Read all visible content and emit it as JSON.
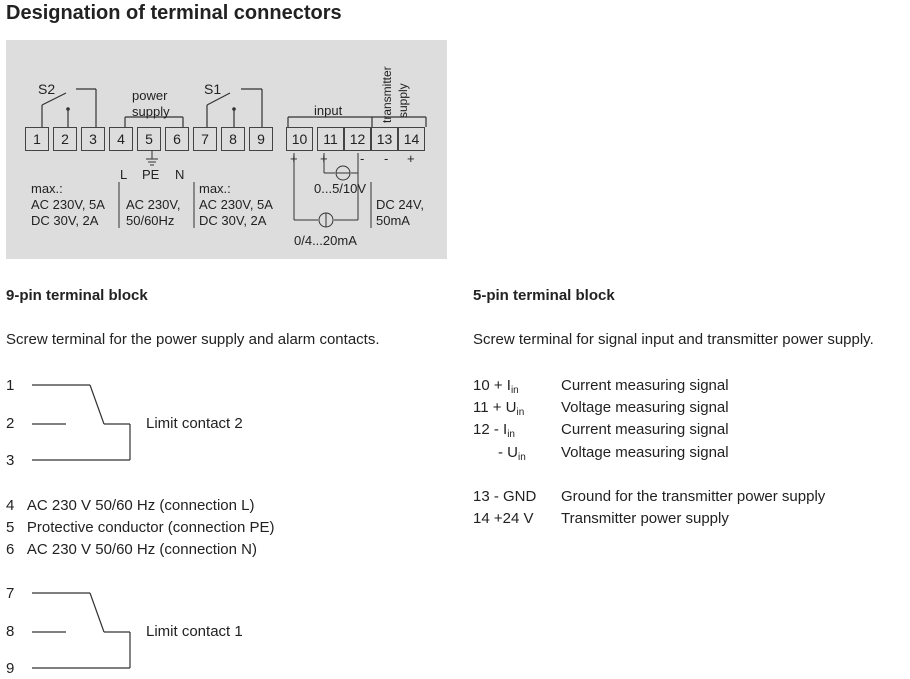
{
  "page_title": "Designation of terminal connectors",
  "diagram": {
    "s2_label": "S2",
    "s1_label": "S1",
    "power_supply_label_1": "power",
    "power_supply_label_2": "supply",
    "input_label": "input",
    "transmitter_label_1": "transmitter",
    "transmitter_label_2": "supply",
    "terminals": [
      "1",
      "2",
      "3",
      "4",
      "5",
      "6",
      "7",
      "8",
      "9",
      "10",
      "11",
      "12",
      "13",
      "14"
    ],
    "l_label": "L",
    "pe_label": "PE",
    "n_label": "N",
    "left_max": "max.:",
    "left_ac": "AC 230V, 5A",
    "left_dc": "DC 30V, 2A",
    "mid_ac": "AC 230V,",
    "mid_freq": "50/60Hz",
    "right_max": "max.:",
    "right_ac": "AC 230V, 5A",
    "right_dc": "DC 30V, 2A",
    "voltage_range": "0...5/10V",
    "current_range": "0/4...20mA",
    "dc_24v": "DC 24V,",
    "dc_50ma": "50mA",
    "plus_10": "+",
    "plus_11": "+",
    "minus_12": "-",
    "minus_13": "-",
    "plus_14": "+"
  },
  "nine_pin": {
    "heading": "9-pin terminal block",
    "description": "Screw terminal for the power supply and alarm contacts.",
    "pin1": "1",
    "pin2": "2",
    "pin3": "3",
    "limit_contact_2": "Limit contact 2",
    "pins_456": [
      {
        "num": "4",
        "text": "AC 230 V 50/60 Hz (connection L)"
      },
      {
        "num": "5",
        "text": "Protective conductor (connection PE)"
      },
      {
        "num": "6",
        "text": "AC 230 V 50/60 Hz (connection N)"
      }
    ],
    "pin7": "7",
    "pin8": "8",
    "pin9": "9",
    "limit_contact_1": "Limit contact 1"
  },
  "five_pin": {
    "heading": "5-pin terminal block",
    "description": "Screw terminal for signal input and transmitter power supply.",
    "rows": [
      {
        "code": "10 + I",
        "sub": "in",
        "text": "Current measuring signal"
      },
      {
        "code": "11 + U",
        "sub": "in",
        "text": "Voltage measuring signal"
      },
      {
        "code": "12 - I",
        "sub": "in",
        "text": "Current measuring signal"
      },
      {
        "code": "- U",
        "sub": "in",
        "text": "Voltage measuring signal"
      },
      {
        "code": "13 - GND",
        "sub": "",
        "text": "Ground for the transmitter power supply"
      },
      {
        "code": "14 +24 V",
        "sub": "",
        "text": "Transmitter power supply"
      }
    ]
  }
}
